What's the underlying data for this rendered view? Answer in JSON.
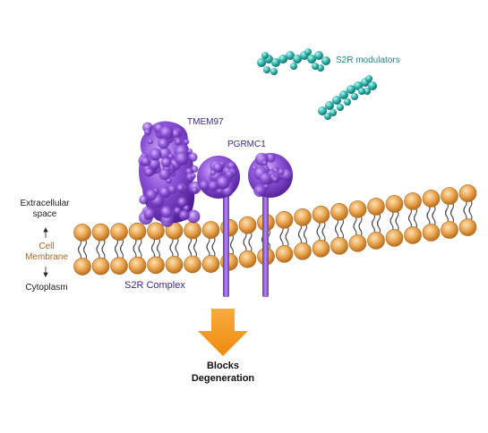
{
  "labels": {
    "extracellular": "Extracellular\nspace",
    "cell_membrane": "Cell\nMembrane",
    "cytoplasm": "Cytoplasm",
    "tmem97": "TMEM97",
    "pgrmc1": "PGRMC1",
    "s2r_modulators": "S2R modulators",
    "s2r_complex": "S2R Complex",
    "outcome": "Blocks\nDegeneration"
  },
  "colors": {
    "lipid_head": "#e8a24a",
    "lipid_tail": "#4a4a4a",
    "protein": "#8a4fd6",
    "protein_dark": "#5b2a9e",
    "modulator": "#2fb5ac",
    "arrow": "#f39a1e",
    "membrane_text": "#b5651d",
    "protein_text": "#3b2a8c"
  }
}
